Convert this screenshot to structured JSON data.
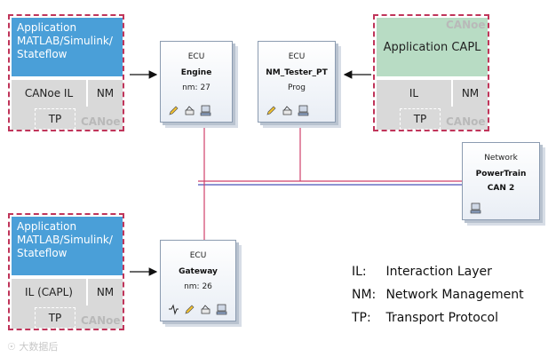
{
  "stacks": {
    "left_top": {
      "application": "Application MATLAB/Simulink/ Stateflow",
      "il": "CANoe IL",
      "nm": "NM",
      "tp": "TP",
      "brand": "CANoe"
    },
    "right_top": {
      "application": "Application  CAPL",
      "il": "IL",
      "nm": "NM",
      "tp": "TP",
      "brand_top": "CANoe",
      "brand_bottom": "CANoe"
    },
    "left_bottom": {
      "application": "Application MATLAB/Simulink/ Stateflow",
      "il": "IL (CAPL)",
      "nm": "NM",
      "tp": "TP",
      "brand": "CANoe"
    }
  },
  "ecus": {
    "engine": {
      "type": "ECU",
      "name": "Engine",
      "detail": "nm: 27"
    },
    "nm_tester": {
      "type": "ECU",
      "name": "NM_Tester_PT",
      "detail": "Prog"
    },
    "gateway": {
      "type": "ECU",
      "name": "Gateway",
      "detail": "nm: 26"
    }
  },
  "network": {
    "type": "Network",
    "name": "PowerTrain",
    "bus": "CAN 2"
  },
  "legend": [
    {
      "abbr": "IL:",
      "text": "Interaction Layer"
    },
    {
      "abbr": "NM:",
      "text": "Network Management"
    },
    {
      "abbr": "TP:",
      "text": "Transport Protocol"
    }
  ],
  "watermark": "大数据后",
  "colors": {
    "stack_border": "#c0355a",
    "application_blue": "#4a9fd8",
    "application_green": "#b8dcc4",
    "layer_gray": "#d9d9d9",
    "bus_red": "#d0406a",
    "bus_blue": "#4a55b8"
  },
  "icons": [
    "pencil-icon",
    "stack-icon",
    "network-node-icon",
    "signal-icon"
  ]
}
